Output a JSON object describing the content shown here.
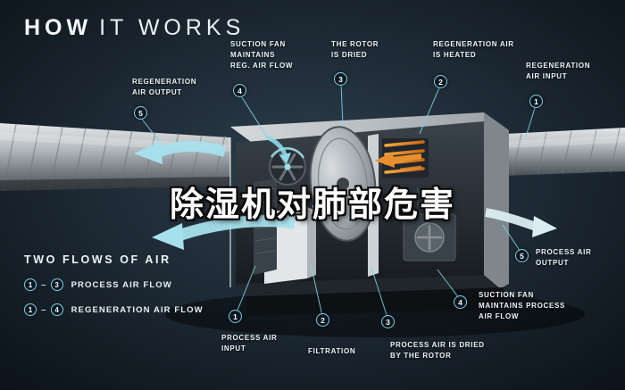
{
  "title": {
    "bold": "HOW",
    "rest": "IT WORKS"
  },
  "watermark": "除湿机对肺部危害",
  "colors": {
    "accent": "#7fd2e4",
    "orange": "#e8902e",
    "background": "#0c141c",
    "text": "#edf4f7"
  },
  "callouts": [
    {
      "num": "5",
      "label": "REGENERATION\nAIR OUTPUT"
    },
    {
      "num": "4",
      "label": "SUCTION FAN\nMAINTAINS\nREG. AIR FLOW"
    },
    {
      "num": "3",
      "label": "THE ROTOR\nIS DRIED"
    },
    {
      "num": "2",
      "label": "REGENERATION AIR\nIS HEATED"
    },
    {
      "num": "1",
      "label": "REGENERATION\nAIR INPUT"
    },
    {
      "num": "5",
      "label": "PROCESS AIR\nOUTPUT"
    },
    {
      "num": "4",
      "label": "SUCTION FAN\nMAINTAINS PROCESS\nAIR FLOW"
    },
    {
      "num": "3",
      "label": "PROCESS AIR IS DRIED\nBY THE ROTOR"
    },
    {
      "num": "2",
      "label": "FILTRATION"
    },
    {
      "num": "1",
      "label": "PROCESS AIR\nINPUT"
    }
  ],
  "legend": {
    "title": "TWO FLOWS OF AIR",
    "rows": [
      {
        "from": "1",
        "dash": "–",
        "to": "3",
        "label": "PROCESS AIR FLOW"
      },
      {
        "from": "1",
        "dash": "–",
        "to": "4",
        "label": "REGENERATION AIR FLOW"
      }
    ]
  }
}
